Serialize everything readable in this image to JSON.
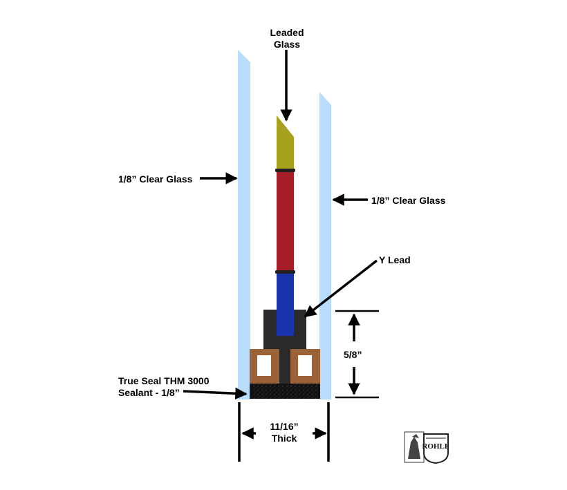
{
  "labels": {
    "leaded_glass_line1": "Leaded",
    "leaded_glass_line2": "Glass",
    "clear_glass_left": "1/8” Clear Glass",
    "clear_glass_right": "1/8” Clear Glass",
    "y_lead": "Y Lead",
    "spacer_height": "5/8”",
    "sealant_line1": "True Seal THM 3000",
    "sealant_line2": "Sealant - 1/8”",
    "thickness_line1": "11/16”",
    "thickness_line2": "Thick",
    "logo_text": "ROHLF"
  },
  "colors": {
    "clear_glass": "#b8dcfc",
    "leaded_yellow": "#a6a21e",
    "leaded_red": "#a71e28",
    "leaded_blue": "#1b34ae",
    "lead_came": "#222222",
    "y_lead_body": "#2a2a2a",
    "spacer_frame": "#9a6236",
    "sealant": "#111111",
    "arrow": "#000000"
  },
  "icons": {
    "logo": "rohlf-studio-logo-icon"
  }
}
